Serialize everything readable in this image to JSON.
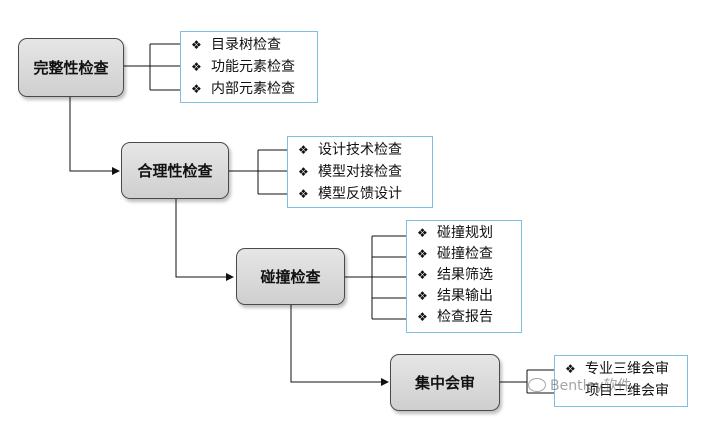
{
  "stages": [
    {
      "title": "完整性检查",
      "items": [
        "目录树检查",
        "功能元素检查",
        "内部元素检查"
      ]
    },
    {
      "title": "合理性检查",
      "items": [
        "设计技术检查",
        "模型对接检查",
        "模型反馈设计"
      ]
    },
    {
      "title": "碰撞检查",
      "items": [
        "碰撞规划",
        "碰撞检查",
        "结果筛选",
        "结果输出",
        "检查报告"
      ]
    },
    {
      "title": "集中会审",
      "items": [
        "专业三维会审",
        "项目三维会审"
      ]
    }
  ],
  "bullet_symbol": "❖",
  "watermark": "Bentley软件"
}
